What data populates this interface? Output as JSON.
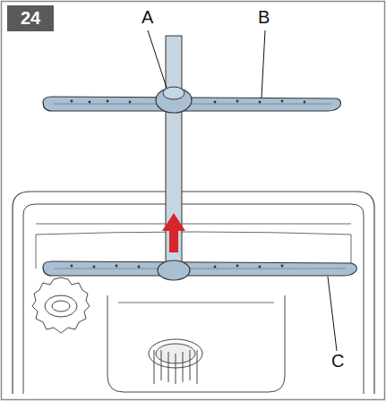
{
  "diagram": {
    "nodes": [
      {
        "text": [
          "24"
        ]
      }
    ],
    "labels": [
      "A",
      "B",
      "C"
    ]
  }
}
